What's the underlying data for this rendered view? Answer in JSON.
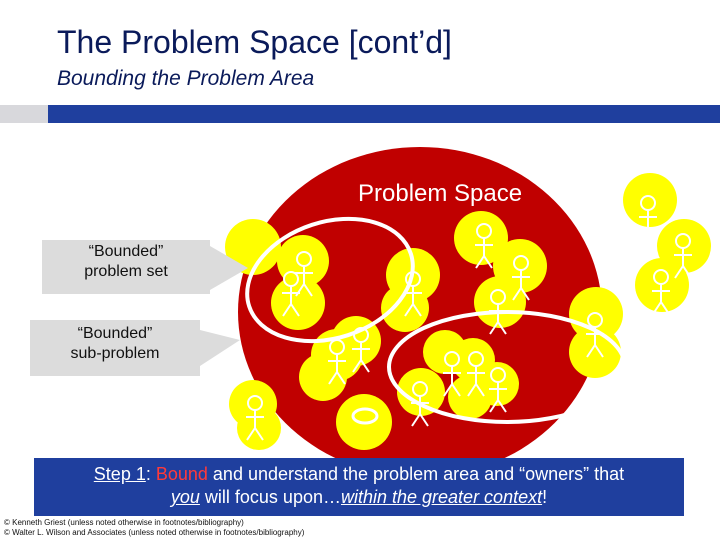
{
  "slide": {
    "title": "The Problem Space [cont’d]",
    "subtitle": "Bounding the Problem Area"
  },
  "diagram": {
    "problem_space_label": "Problem Space",
    "callout_1": [
      "“Bounded”",
      "problem set"
    ],
    "callout_2": [
      "“Bounded”",
      "sub-problem"
    ],
    "colors": {
      "space": "#c00000",
      "stakeholder": "#ffff00",
      "banner": "#1f3f9e",
      "highlight": "#ff3a3a"
    }
  },
  "step": {
    "prefix": "Step 1",
    "colon": ": ",
    "bound": "Bound",
    "text_1": " and understand the problem area and “owners” that",
    "you": "you",
    "text_2": " will focus upon…",
    "context": "within the greater context",
    "end": "!"
  },
  "footer": {
    "line_1": "© Kenneth Griest (unless noted otherwise in footnotes/bibliography)",
    "line_2": "© Walter L. Wilson and Associates (unless noted otherwise in footnotes/bibliography)"
  }
}
